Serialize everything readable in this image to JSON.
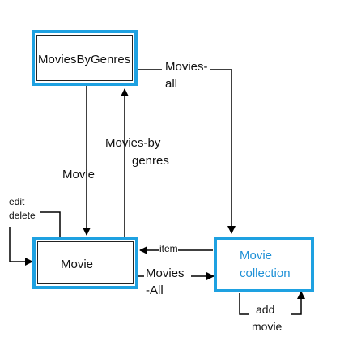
{
  "nodes": {
    "movies_by_genres": "MoviesByGenres",
    "movie": "Movie",
    "movie_collection_line1": "Movie",
    "movie_collection_line2": "collection"
  },
  "edges": {
    "movies_all_top_line1": "Movies-",
    "movies_all_top_line2": "all",
    "movie_down": "Movie",
    "movies_by_line1": "Movies-by",
    "movies_by_line2": "genres",
    "edit": "edit",
    "delete": "delete",
    "item": "item",
    "movies_all_bottom_line1": "Movies",
    "movies_all_bottom_line2": "-All",
    "add": "add",
    "add_movie": "movie"
  },
  "colors": {
    "node_border": "#1ea1e1",
    "collection_text": "#1e90d6",
    "lines": "#000000"
  }
}
